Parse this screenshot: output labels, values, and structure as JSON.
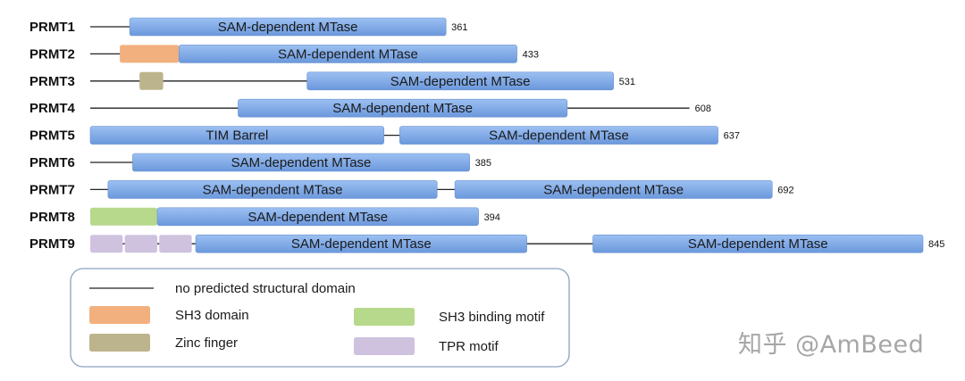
{
  "colors": {
    "mtase": "#7aa6e6",
    "sh3_domain": "#f2b07e",
    "zinc_finger": "#bcb48c",
    "sh3_binding_motif": "#b6d98c",
    "tpr_motif": "#cfc2df",
    "line": "#222222",
    "legend_border": "#8ba2c0"
  },
  "proteins": [
    {
      "name": "PRMT1",
      "length": "361",
      "line": [
        0,
        361
      ],
      "domains": [
        {
          "type": "mtase",
          "label": "SAM-dependent MTase",
          "start": 40,
          "end": 361
        }
      ]
    },
    {
      "name": "PRMT2",
      "length": "433",
      "line": [
        0,
        433
      ],
      "domains": [
        {
          "type": "sh3_domain",
          "label": "",
          "start": 30,
          "end": 90
        },
        {
          "type": "mtase",
          "label": "SAM-dependent MTase",
          "start": 90,
          "end": 433
        }
      ]
    },
    {
      "name": "PRMT3",
      "length": "531",
      "line": [
        0,
        531
      ],
      "domains": [
        {
          "type": "zinc_finger",
          "label": "",
          "start": 50,
          "end": 74
        },
        {
          "type": "mtase",
          "label": "SAM-dependent MTase",
          "start": 220,
          "end": 531
        }
      ]
    },
    {
      "name": "PRMT4",
      "length": "608",
      "line": [
        0,
        608
      ],
      "domains": [
        {
          "type": "mtase",
          "label": "SAM-dependent MTase",
          "start": 150,
          "end": 484
        }
      ]
    },
    {
      "name": "PRMT5",
      "length": "637",
      "line": [
        0,
        637
      ],
      "domains": [
        {
          "type": "mtase",
          "label": "TIM Barrel",
          "start": 0,
          "end": 298
        },
        {
          "type": "mtase",
          "label": "SAM-dependent MTase",
          "start": 314,
          "end": 637
        }
      ]
    },
    {
      "name": "PRMT6",
      "length": "385",
      "line": [
        0,
        385
      ],
      "domains": [
        {
          "type": "mtase",
          "label": "SAM-dependent MTase",
          "start": 43,
          "end": 385
        }
      ]
    },
    {
      "name": "PRMT7",
      "length": "692",
      "line": [
        0,
        692
      ],
      "domains": [
        {
          "type": "mtase",
          "label": "SAM-dependent MTase",
          "start": 18,
          "end": 352
        },
        {
          "type": "mtase",
          "label": "SAM-dependent MTase",
          "start": 370,
          "end": 692
        }
      ]
    },
    {
      "name": "PRMT8",
      "length": "394",
      "line": [
        0,
        394
      ],
      "domains": [
        {
          "type": "sh3_binding_motif",
          "label": "",
          "start": 0,
          "end": 68
        },
        {
          "type": "mtase",
          "label": "SAM-dependent MTase",
          "start": 68,
          "end": 394
        }
      ]
    },
    {
      "name": "PRMT9",
      "length": "845",
      "line": [
        0,
        845
      ],
      "domains": [
        {
          "type": "tpr_motif",
          "label": "",
          "start": 0,
          "end": 33
        },
        {
          "type": "tpr_motif",
          "label": "",
          "start": 35,
          "end": 68
        },
        {
          "type": "tpr_motif",
          "label": "",
          "start": 70,
          "end": 103
        },
        {
          "type": "mtase",
          "label": "SAM-dependent MTase",
          "start": 107,
          "end": 443
        },
        {
          "type": "mtase",
          "label": "SAM-dependent MTase",
          "start": 510,
          "end": 845
        }
      ]
    }
  ],
  "legend": [
    {
      "type": "line",
      "label": "no predicted structural domain"
    },
    {
      "type": "sh3_domain",
      "label": "SH3 domain"
    },
    {
      "type": "sh3_binding_motif",
      "label": "SH3 binding motif"
    },
    {
      "type": "zinc_finger",
      "label": "Zinc finger"
    },
    {
      "type": "tpr_motif",
      "label": "TPR motif"
    }
  ],
  "watermark": "知乎 @AmBeed"
}
